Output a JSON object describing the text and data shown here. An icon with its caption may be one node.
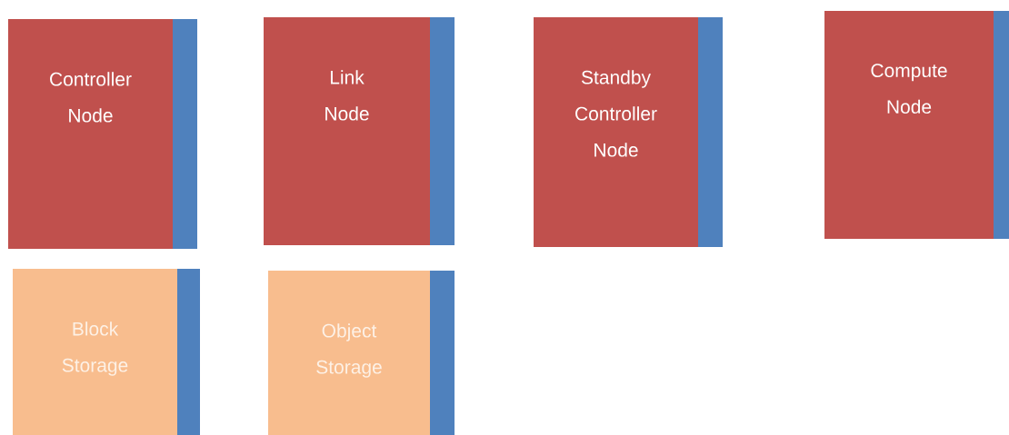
{
  "diagram": {
    "nodes": [
      {
        "text": [
          "Controller Node"
        ]
      },
      {
        "text": [
          "Link Node"
        ]
      },
      {
        "text": [
          "Standby Controller Node"
        ]
      },
      {
        "text": [
          "Compute Node"
        ]
      },
      {
        "text": [
          "Block Storage"
        ]
      },
      {
        "text": [
          "Object Storage"
        ]
      }
    ]
  }
}
